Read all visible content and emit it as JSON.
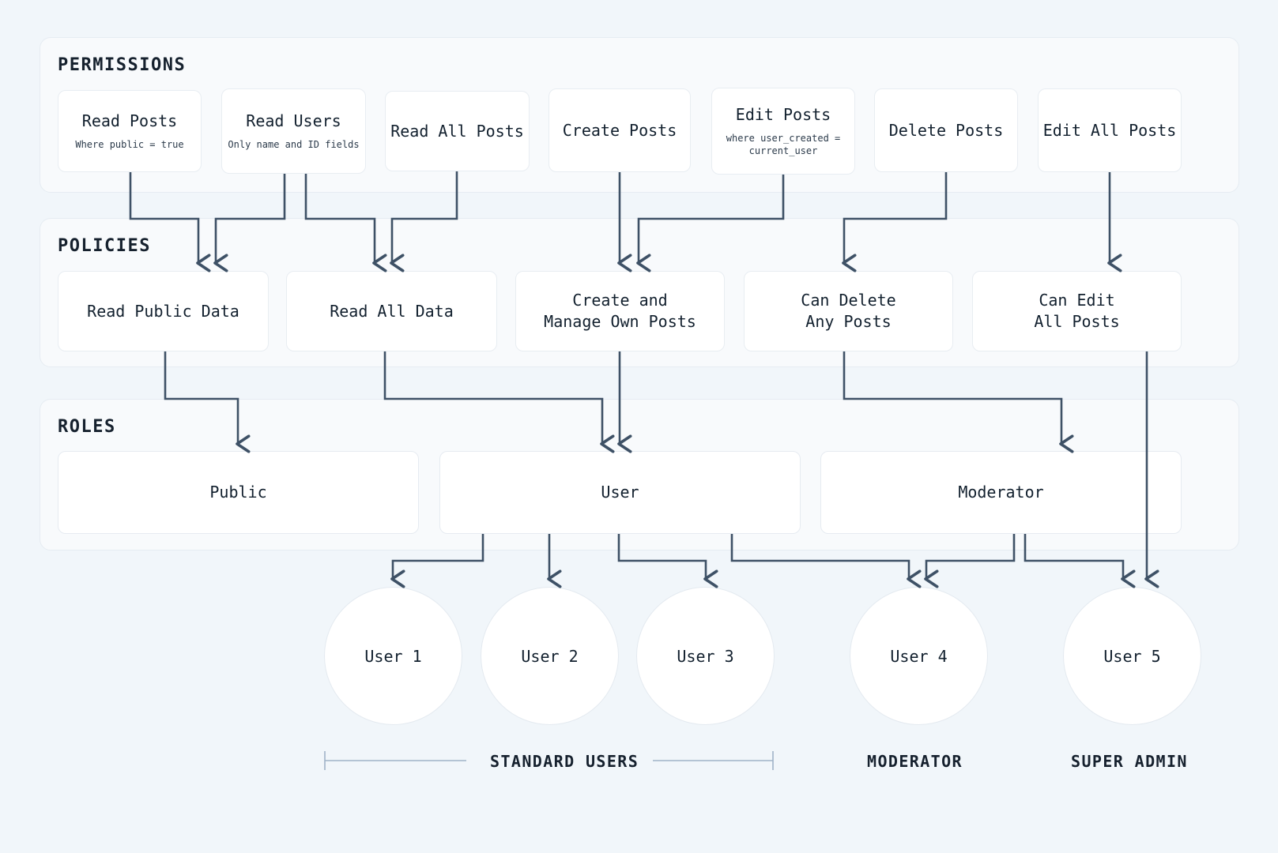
{
  "colors": {
    "page_background": "#f1f6fa",
    "section_background": "#f8fafc",
    "card_background": "#ffffff",
    "connector": "#3e5166",
    "text": "#12202e",
    "bracket": "#9fb3c8"
  },
  "sections": {
    "permissions": {
      "title": "PERMISSIONS"
    },
    "policies": {
      "title": "POLICIES"
    },
    "roles": {
      "title": "ROLES"
    }
  },
  "permissions": [
    {
      "title": "Read Posts",
      "sub": "Where public = true"
    },
    {
      "title": "Read Users",
      "sub": "Only name and ID fields"
    },
    {
      "title": "Read All Posts",
      "sub": ""
    },
    {
      "title": "Create Posts",
      "sub": ""
    },
    {
      "title": "Edit Posts",
      "sub": "where user_created =\ncurrent_user"
    },
    {
      "title": "Delete Posts",
      "sub": ""
    },
    {
      "title": "Edit All Posts",
      "sub": ""
    }
  ],
  "policies": [
    {
      "title": "Read Public Data"
    },
    {
      "title": "Read All Data"
    },
    {
      "title": "Create and\nManage Own Posts"
    },
    {
      "title": "Can Delete\nAny Posts"
    },
    {
      "title": "Can Edit\nAll Posts"
    }
  ],
  "roles": [
    {
      "title": "Public"
    },
    {
      "title": "User"
    },
    {
      "title": "Moderator"
    }
  ],
  "users": [
    {
      "label": "User 1"
    },
    {
      "label": "User 2"
    },
    {
      "label": "User 3"
    },
    {
      "label": "User 4"
    },
    {
      "label": "User 5"
    }
  ],
  "group_labels": [
    {
      "label": "STANDARD USERS"
    },
    {
      "label": "MODERATOR"
    },
    {
      "label": "SUPER ADMIN"
    }
  ]
}
